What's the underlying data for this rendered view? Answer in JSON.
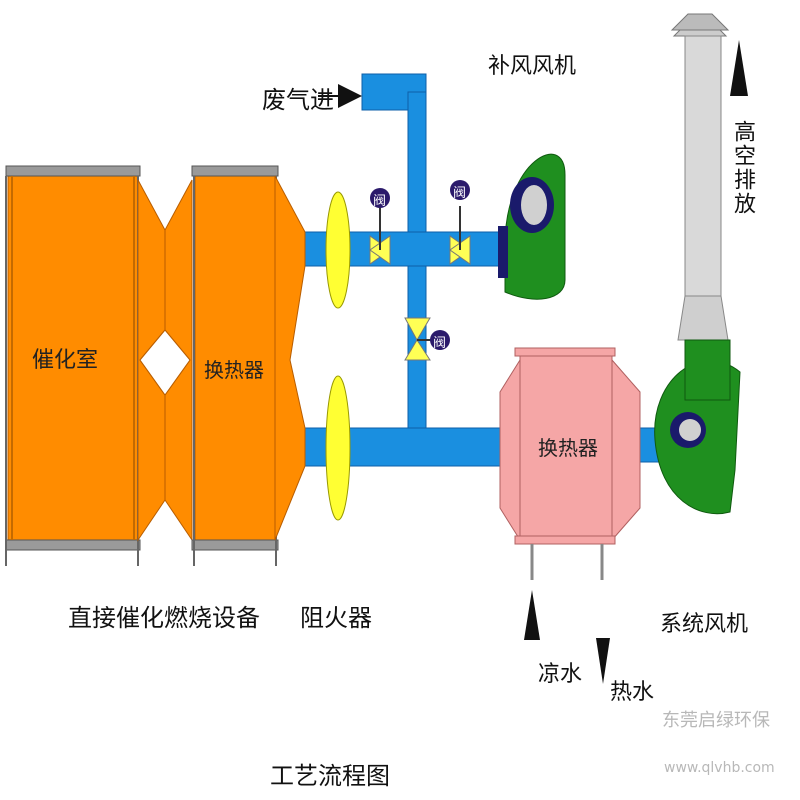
{
  "labels": {
    "exhaust_inlet": "废气进",
    "makeup_fan": "补风风机",
    "high_altitude": "高空排放",
    "catalytic_chamber": "催化室",
    "heat_exchanger_left": "换热器",
    "heat_exchanger_right": "换热器",
    "direct_catalytic": "直接催化燃烧设备",
    "flame_arrester": "阻火器",
    "system_fan": "系统风机",
    "cold_water": "凉水",
    "hot_water": "热水",
    "process_title": "工艺流程图"
  },
  "valves": [
    "阀",
    "阀",
    "阀"
  ],
  "watermark": {
    "company": "东莞启绿环保",
    "url": "www.qlvhb.com"
  },
  "colors": {
    "pipe": "#1a8fe0",
    "orange": "#ff8c00",
    "orange_dark": "#d96f00",
    "frame": "#6a6a6a",
    "arrester": "#ffff33",
    "hx_pink": "#f5a6a6",
    "fan_green": "#1f8f1f",
    "stack_grey": "#d9d9d9",
    "valve_purple": "#2b1a6b"
  }
}
